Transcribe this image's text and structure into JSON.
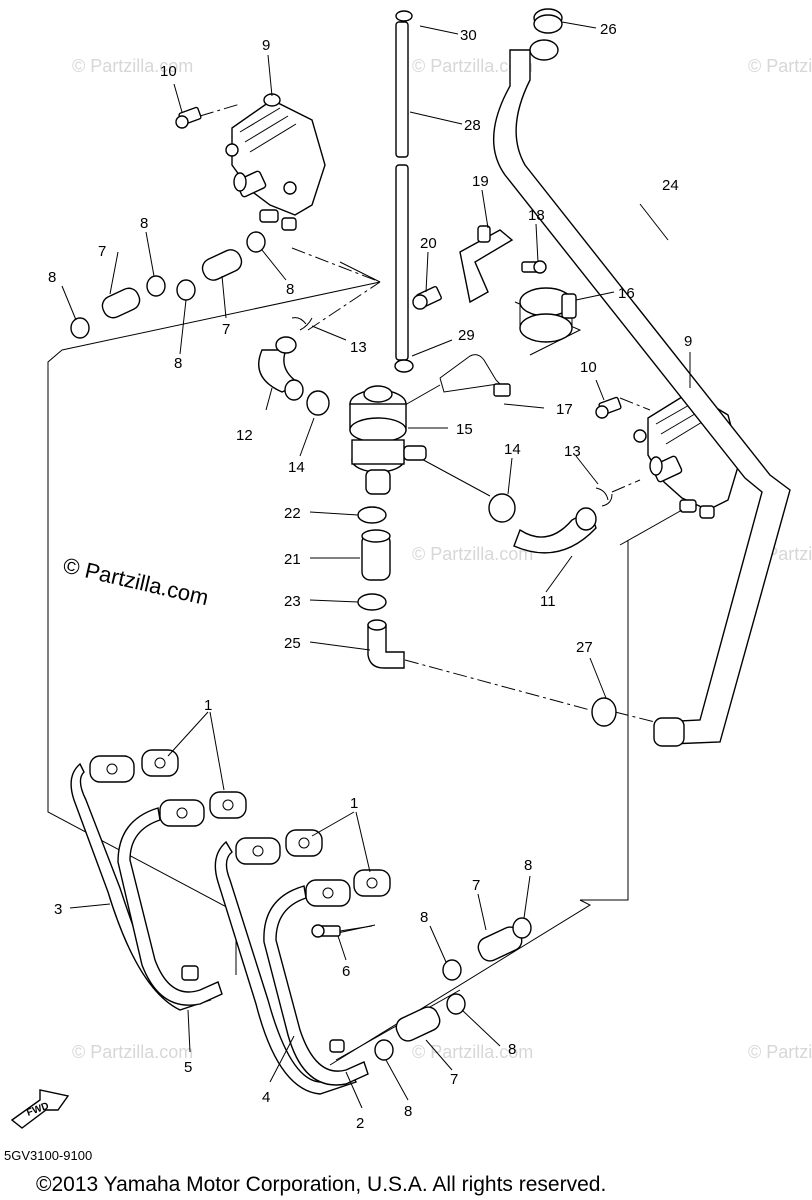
{
  "watermark": {
    "small": "© Partzilla.com",
    "large": "© Partzilla.com"
  },
  "diagram_code": "5GV3100-9100",
  "copyright": "©2013 Yamaha Motor Corporation, U.S.A. All rights reserved.",
  "fwd_label": "FWD",
  "callouts": [
    "1",
    "1",
    "2",
    "3",
    "4",
    "5",
    "6",
    "7",
    "7",
    "7",
    "7",
    "8",
    "8",
    "8",
    "8",
    "8",
    "8",
    "8",
    "8",
    "9",
    "9",
    "10",
    "10",
    "11",
    "12",
    "13",
    "13",
    "14",
    "14",
    "15",
    "16",
    "17",
    "18",
    "19",
    "20",
    "21",
    "22",
    "23",
    "24",
    "25",
    "26",
    "27",
    "28",
    "29",
    "30"
  ]
}
